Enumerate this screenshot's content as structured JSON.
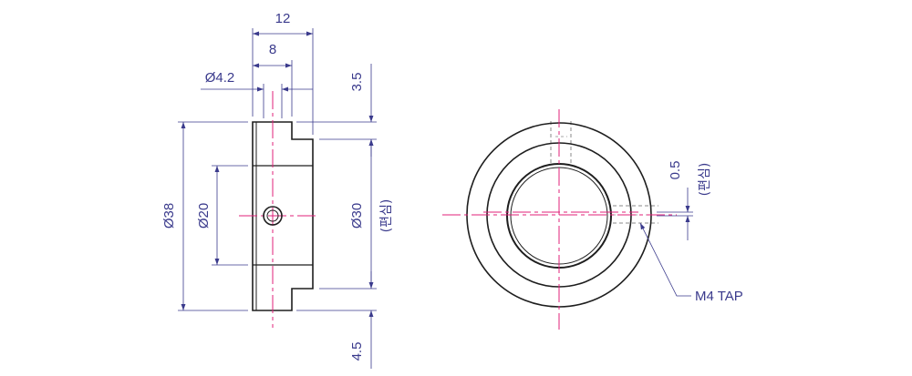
{
  "colors": {
    "outline": "#1e1e1e",
    "dimension": "#3a3a8c",
    "centerline": "#e0207a",
    "hidden": "#8a8a8a"
  },
  "side_view": {
    "dims": {
      "width_total": "12",
      "width_hub": "8",
      "hole_dia": "Ø4.2",
      "step_top": "3.5",
      "step_bottom": "4.5",
      "outer_dia": "Ø38",
      "bore_dia": "Ø20",
      "hub_dia": "Ø30",
      "eccentric_note": "(편심)"
    }
  },
  "front_view": {
    "dims": {
      "offset": "0.5",
      "eccentric_note": "(편심)"
    },
    "tap_label": "M4 TAP"
  }
}
